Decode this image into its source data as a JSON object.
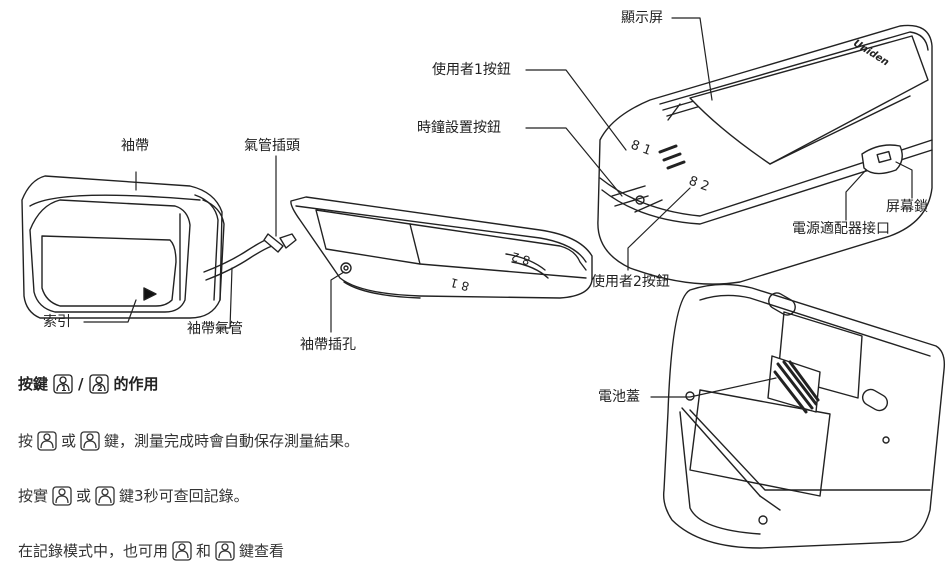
{
  "labels": {
    "cuff": "袖帶",
    "tube_plug": "氣管插頭",
    "index": "索引",
    "cuff_tube": "袖帶氣管",
    "cuff_jack": "袖帶插孔",
    "display": "顯示屏",
    "user1_button": "使用者1按鈕",
    "clock_button": "時鐘設置按鈕",
    "user2_button": "使用者2按鈕",
    "screen_lock": "屏幕鎖",
    "adapter_port": "電源適配器接口",
    "battery_cover": "電池蓋"
  },
  "brand": "Uniden",
  "heading": {
    "prefix": "按鍵",
    "slash": "/",
    "suffix": "的作用"
  },
  "lines": [
    {
      "a": "按",
      "b": "或",
      "c": "鍵，測量完成時會自動保存測量結果。"
    },
    {
      "a": "按實",
      "b": "或",
      "c": "鍵3秒可查回記錄。"
    },
    {
      "a": "在記錄模式中，也可用",
      "b": "和",
      "c": "鍵查看"
    }
  ],
  "device_marks": {
    "key1": "8 1",
    "key2": "8 2"
  }
}
